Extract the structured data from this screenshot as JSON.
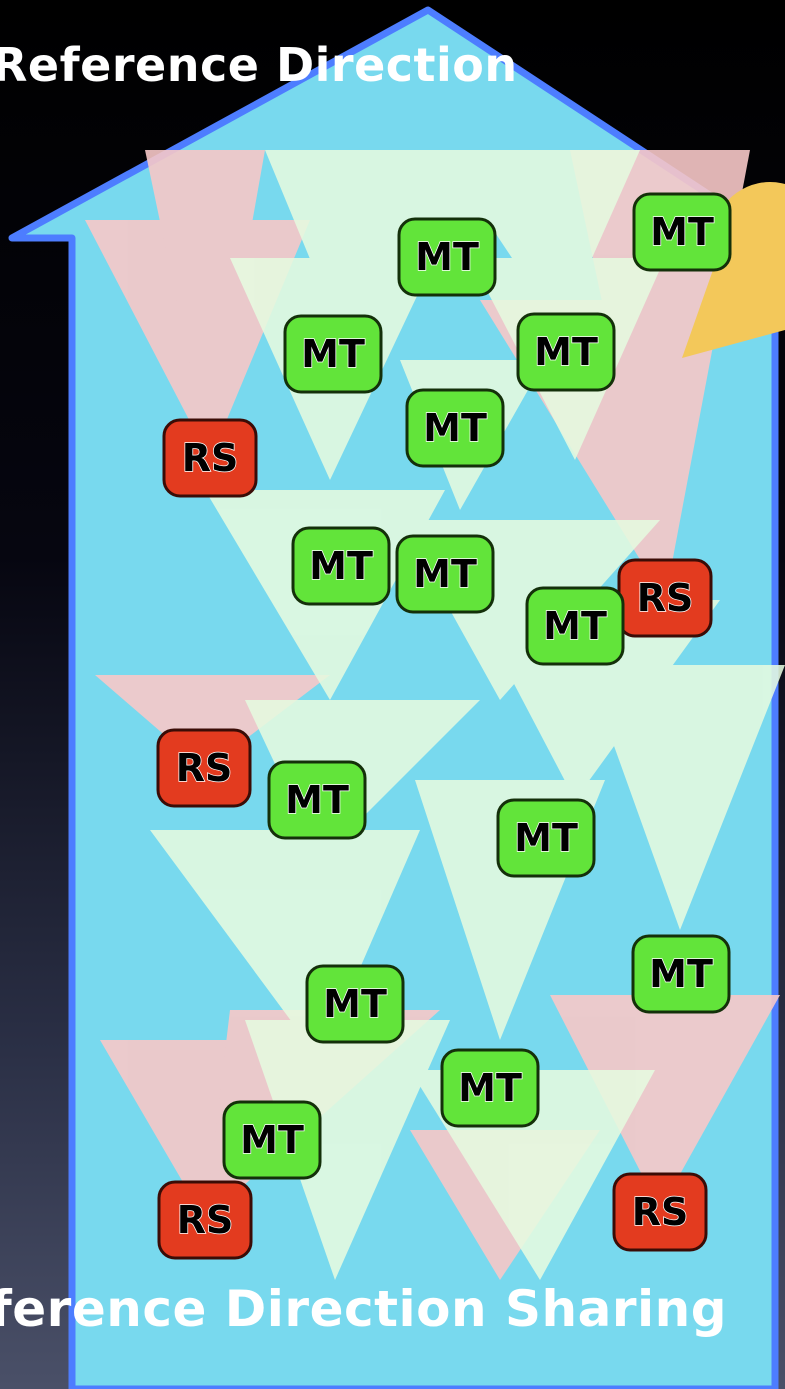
{
  "heading": "Reference Direction",
  "caption": "ference Direction Sharing",
  "labels": {
    "rs": "RS",
    "mt": "MT"
  },
  "colors": {
    "background": "#000000",
    "arrow_fill": "#78d9ee",
    "arrow_border": "#4d7dff",
    "rs_fill": "#e33b1f",
    "mt_fill": "#62e43a",
    "rs_cone": "#f7c8c8",
    "mt_cone": "#e6fae0",
    "callout": "#f3c85a"
  }
}
